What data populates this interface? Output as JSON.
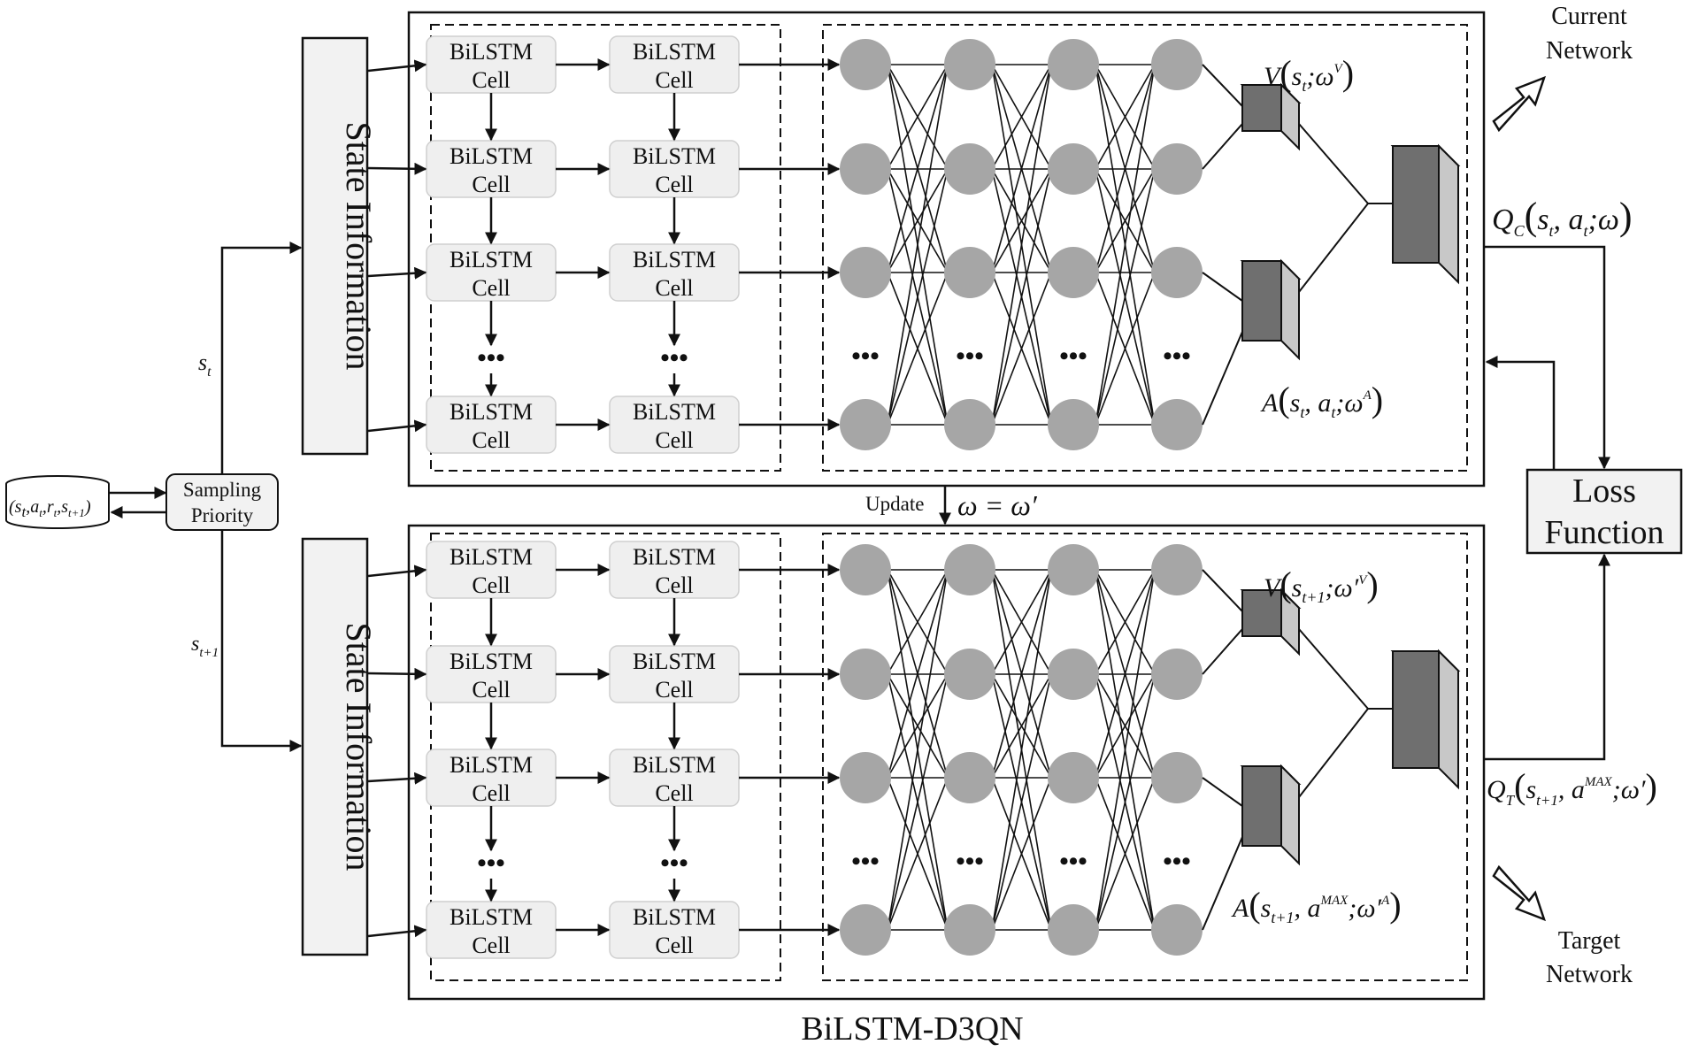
{
  "diagram": {
    "memory": {
      "label_open": "(",
      "vars": [
        "s",
        "a",
        "r",
        "s"
      ],
      "subs": [
        "t",
        "t",
        "t",
        "t+1"
      ],
      "label_close": ")"
    },
    "sampling": {
      "line1": "Sampling",
      "line2": "Priority"
    },
    "edge_labels": {
      "st_base": "s",
      "st_sub": "t",
      "st1_base": "s",
      "st1_sub": "t+1"
    },
    "state_info": "State Information",
    "cell": {
      "line1": "BiLSTM",
      "line2": "Cell"
    },
    "ellipsis": "•••",
    "update": {
      "word": "Update",
      "eq": "ω = ω′"
    },
    "current": {
      "line1": "Current",
      "line2": "Network"
    },
    "target": {
      "line1": "Target",
      "line2": "Network"
    },
    "loss": {
      "line1": "Loss",
      "line2": "Function"
    },
    "top_V": {
      "f": "V",
      "var": "s",
      "sub": "t",
      "w": "ω",
      "sup": "V"
    },
    "top_A": {
      "f": "A",
      "var1": "s",
      "sub1": "t",
      "var2": "a",
      "sub2": "t",
      "w": "ω",
      "sup": "A"
    },
    "top_Q": {
      "f": "Q",
      "fsub": "C",
      "var1": "s",
      "sub1": "t",
      "var2": "a",
      "sub2": "t",
      "w": "ω"
    },
    "bot_V": {
      "f": "V",
      "var": "s",
      "sub": "t+1",
      "w": "ω′",
      "sup": "V"
    },
    "bot_A": {
      "f": "A",
      "var1": "s",
      "sub1": "t+1",
      "var2": "a",
      "sup2": "MAX",
      "w": "ω′",
      "sup": "A"
    },
    "bot_Q": {
      "f": "Q",
      "fsub": "T",
      "var1": "s",
      "sub1": "t+1",
      "var2": "a",
      "sup2": "MAX",
      "w": "ω′"
    },
    "caption": "BiLSTM-D3QN"
  }
}
